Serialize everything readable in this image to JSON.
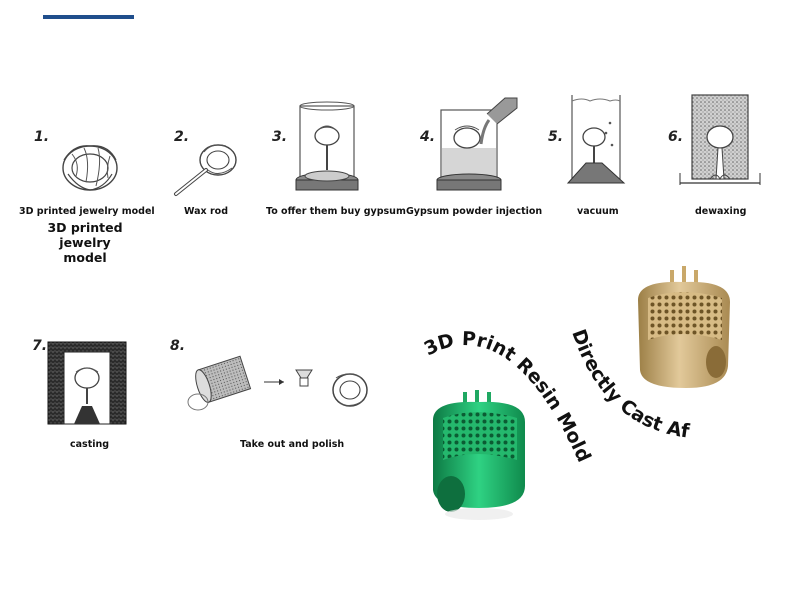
{
  "steps": [
    {
      "number": "1.",
      "caption": "3D printed jewelry model",
      "icon": "ring-model-icon"
    },
    {
      "number": "2.",
      "caption": "Wax rod",
      "icon": "wax-rod-icon"
    },
    {
      "number": "3.",
      "caption": "To offer them buy gypsum",
      "icon": "flask-icon"
    },
    {
      "number": "4.",
      "caption": "Gypsum powder injection",
      "icon": "powder-injection-icon"
    },
    {
      "number": "5.",
      "caption": "vacuum",
      "icon": "vacuum-icon"
    },
    {
      "number": "6.",
      "caption": "dewaxing",
      "icon": "dewaxing-icon"
    },
    {
      "number": "7.",
      "caption": "casting",
      "icon": "casting-icon"
    },
    {
      "number": "8.",
      "caption": "Take out and polish",
      "icon": "polish-icon"
    }
  ],
  "highlight_label_line1": "3D printed",
  "highlight_label_line2": "jewelry model",
  "arc_text_left": "3D Print Resin Mold",
  "arc_text_right": "Directly Cast After",
  "colors": {
    "accent": "#1f4e8c",
    "resin": "#1fb36a",
    "gold": "#c9a86a"
  }
}
